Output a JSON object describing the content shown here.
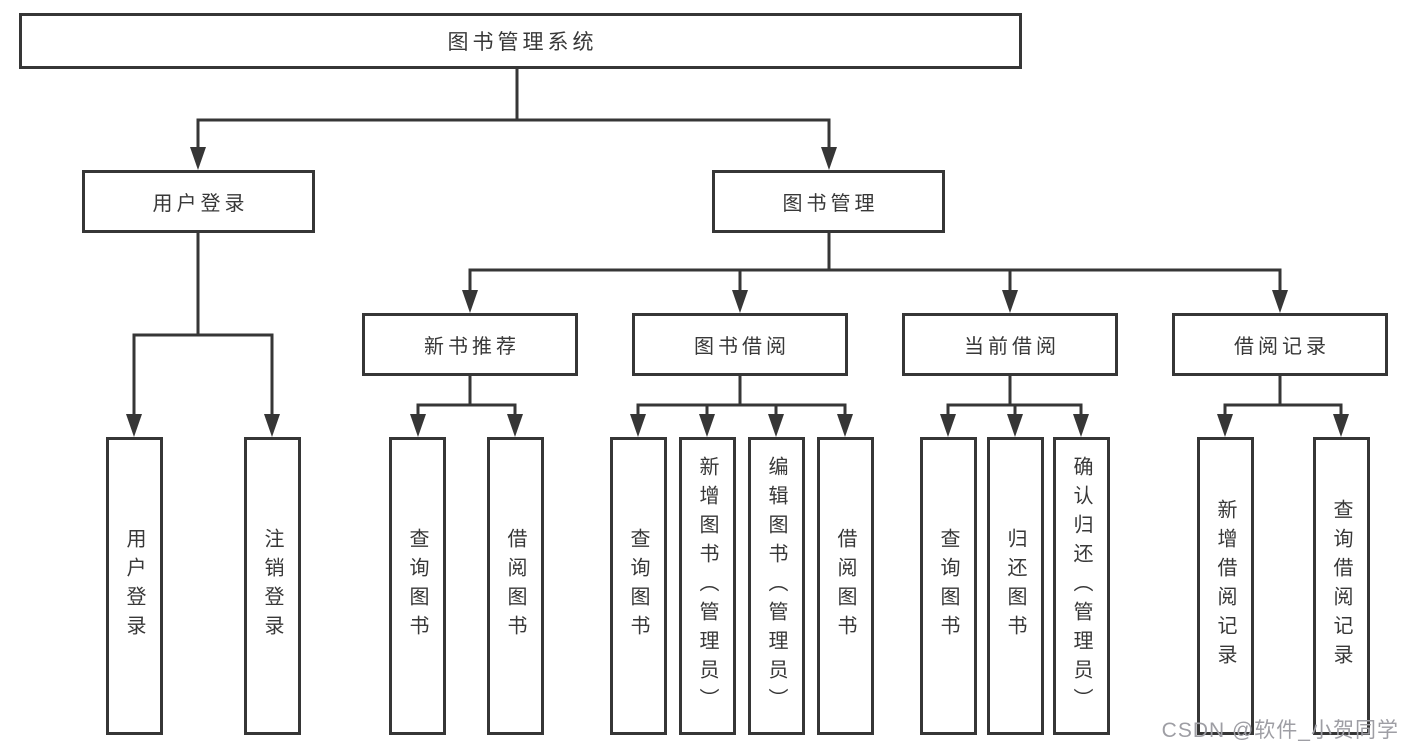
{
  "diagram": {
    "root": {
      "label": "图书管理系统"
    },
    "level2": {
      "user_login": {
        "label": "用户登录"
      },
      "book_mgmt": {
        "label": "图书管理"
      }
    },
    "level3": {
      "new_book_rec": {
        "label": "新书推荐"
      },
      "book_borrow": {
        "label": "图书借阅"
      },
      "current_borrow": {
        "label": "当前借阅"
      },
      "borrow_record": {
        "label": "借阅记录"
      }
    },
    "leaves": {
      "user_login": [
        "用户登录",
        "注销登录"
      ],
      "new_book_rec": [
        "查询图书",
        "借阅图书"
      ],
      "book_borrow": [
        "查询图书",
        "新增图书（管理员）",
        "编辑图书（管理员）",
        "借阅图书"
      ],
      "current_borrow": [
        "查询图书",
        "归还图书",
        "确认归还（管理员）"
      ],
      "borrow_record": [
        "新增借阅记录",
        "查询借阅记录"
      ]
    }
  },
  "watermark": {
    "text": "CSDN @软件_小贺同学"
  },
  "colors": {
    "line": "#363636",
    "text": "#383838",
    "background": "#ffffff",
    "watermark": "#9e9ea4"
  }
}
